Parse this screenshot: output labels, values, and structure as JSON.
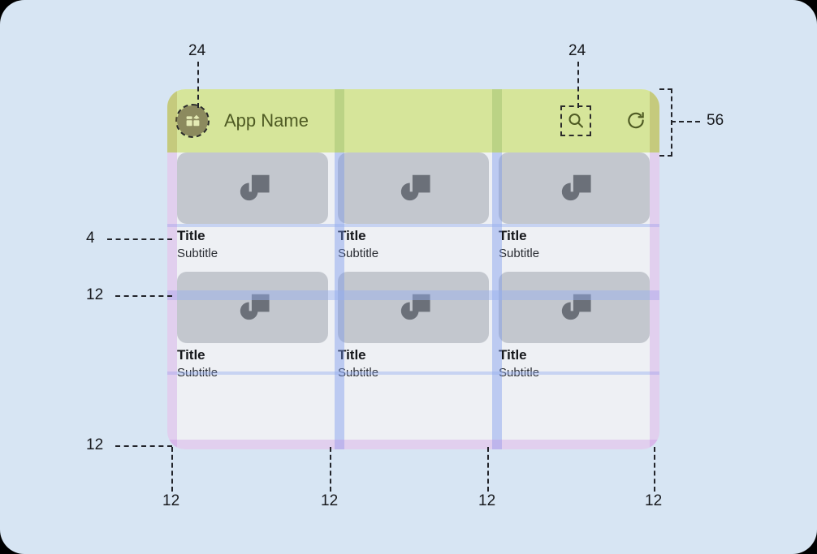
{
  "canvas": {
    "background": "#d7e5f3",
    "corner_radius": 30
  },
  "app": {
    "bar": {
      "title": "App Name",
      "height": 56,
      "background": "#d6e59a",
      "title_color": "#4e5a23",
      "leading_icon": "app-grid-icon",
      "leading_icon_size": 24,
      "actions": [
        {
          "name": "search-icon",
          "size": 24
        },
        {
          "name": "refresh-icon",
          "size": 24
        }
      ]
    },
    "grid": {
      "columns": 3,
      "rows": 2,
      "gutter": 12,
      "outer_padding": 12,
      "image_title_gap": 4,
      "cards": [
        {
          "title": "Title",
          "subtitle": "Subtitle",
          "image": "placeholder-image-icon"
        },
        {
          "title": "Title",
          "subtitle": "Subtitle",
          "image": "placeholder-image-icon"
        },
        {
          "title": "Title",
          "subtitle": "Subtitle",
          "image": "placeholder-image-icon"
        },
        {
          "title": "Title",
          "subtitle": "Subtitle",
          "image": "placeholder-image-icon"
        },
        {
          "title": "Title",
          "subtitle": "Subtitle",
          "image": "placeholder-image-icon"
        },
        {
          "title": "Title",
          "subtitle": "Subtitle",
          "image": "placeholder-image-icon"
        }
      ]
    }
  },
  "annotations": {
    "top_left_icon": "24",
    "top_right_icon": "24",
    "bar_height": "56",
    "image_title_gap": "4",
    "row_gap": "12",
    "bottom_padding": "12",
    "bottom_gutters": [
      "12",
      "12",
      "12",
      "12"
    ]
  },
  "colors": {
    "appbar": "#d6e59a",
    "card_surface": "#eef0f4",
    "thumb": "#c3c7ce",
    "thumb_glyph": "#6b7079",
    "gutter_overlay": "#7896eb",
    "padding_overlay": "#c484e2",
    "annotation_text": "#17191d"
  }
}
